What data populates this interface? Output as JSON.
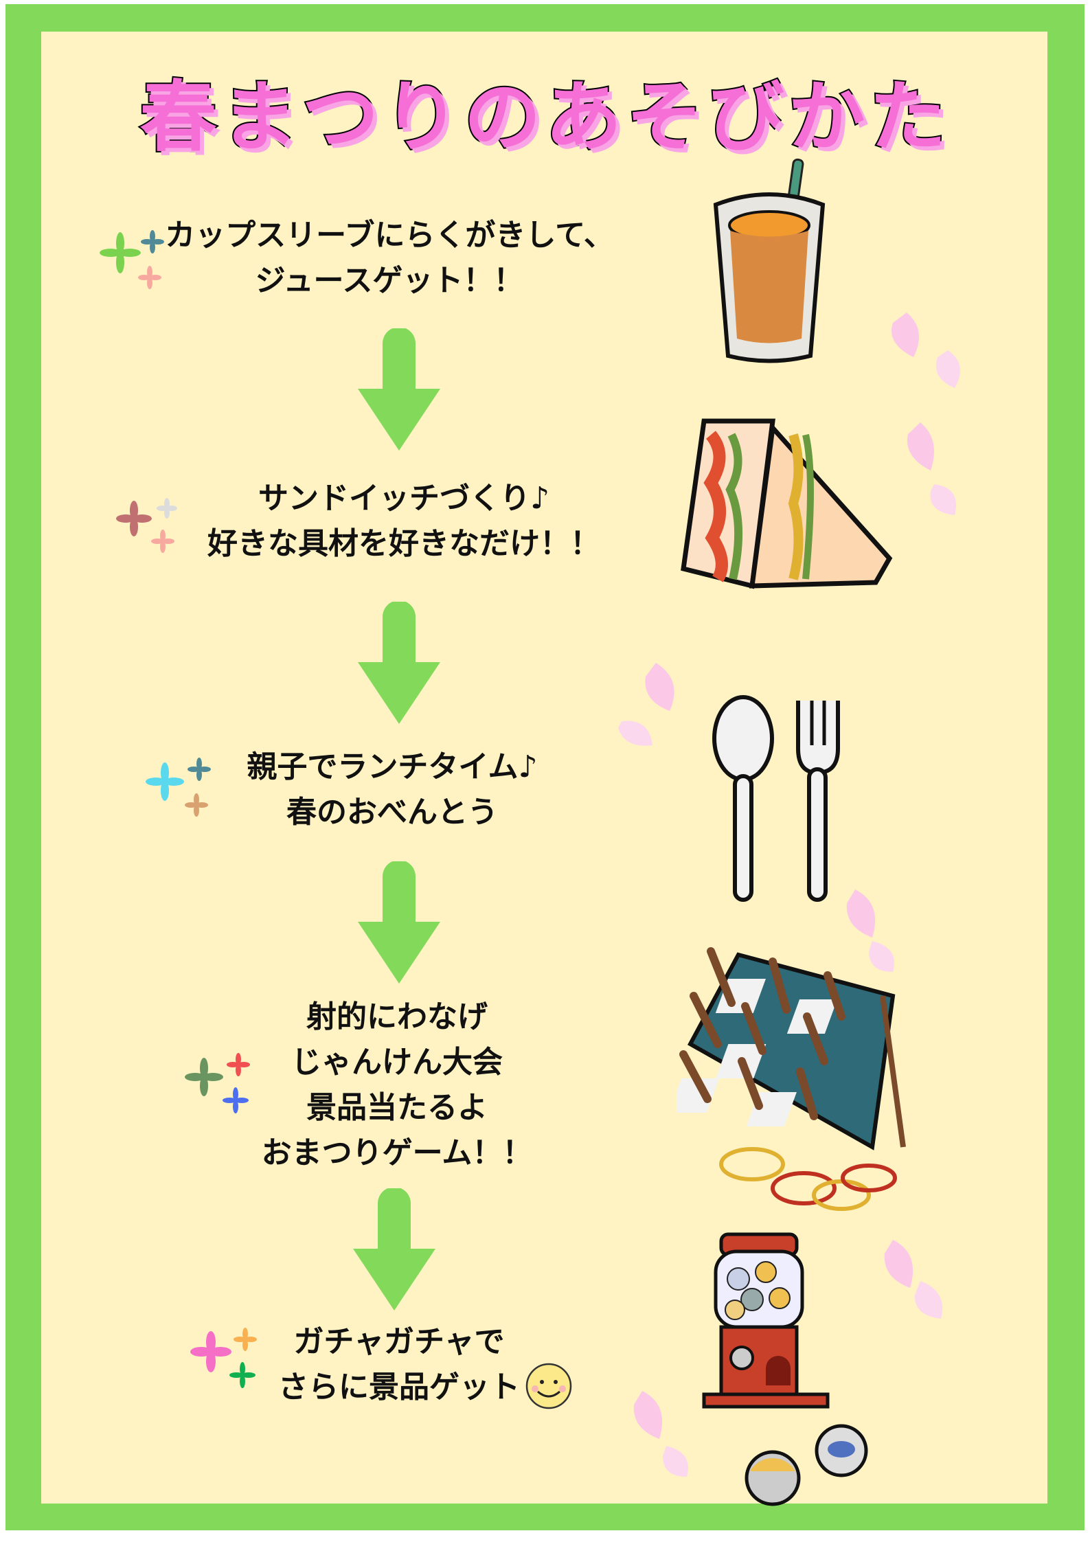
{
  "title": "春まつりのあそびかた",
  "steps": [
    {
      "lines": [
        "カップスリーブにらくがきして、",
        "ジュースゲット！！"
      ],
      "illustration": "juice-cup"
    },
    {
      "lines": [
        "サンドイッチづくり♪",
        "好きな具材を好きなだけ！！"
      ],
      "illustration": "sandwich"
    },
    {
      "lines": [
        "親子でランチタイム♪",
        "春のおべんとう"
      ],
      "illustration": "spoon-fork"
    },
    {
      "lines": [
        "射的にわなげ",
        "じゃんけん大会",
        "景品当たるよ",
        "おまつりゲーム！！"
      ],
      "illustration": "ring-toss"
    },
    {
      "lines": [
        "ガチャガチャで",
        "さらに景品ゲット"
      ],
      "illustration": "gacha-machine"
    }
  ],
  "colors": {
    "frame": "#82d95a",
    "background": "#fff3c4",
    "title": "#f66fd6",
    "arrow": "#82d95a",
    "petal": "#fbc8e8"
  }
}
